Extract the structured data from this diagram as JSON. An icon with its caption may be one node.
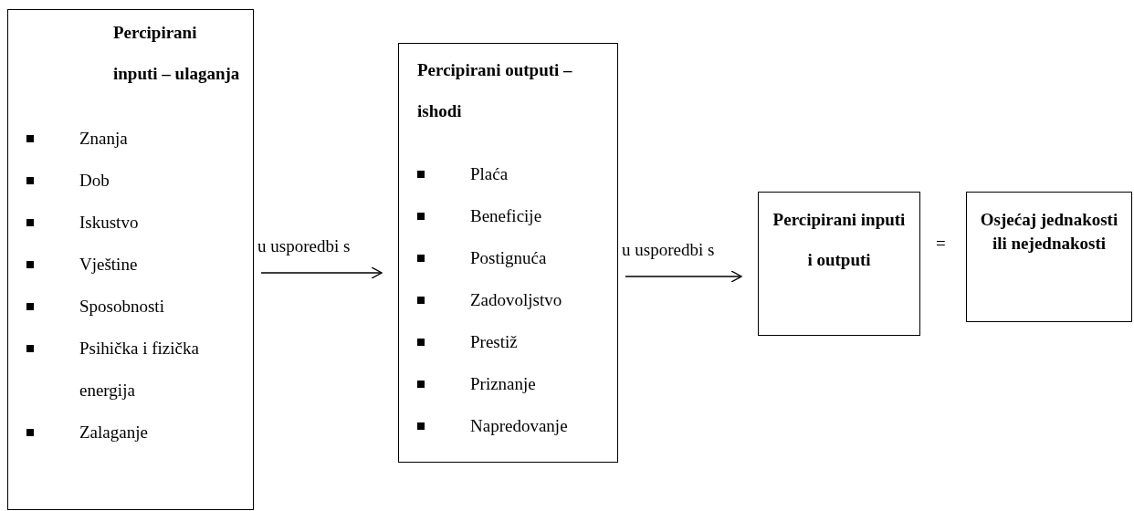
{
  "diagram": {
    "nodes": [
      {
        "text": [
          "Percipirani inputi – ulaganja",
          "Znanja",
          "Dob",
          "Iskustvo",
          "Vještine",
          "Sposobnosti",
          "Psihička i fizička energija",
          "Zalaganje"
        ]
      },
      {
        "text": [
          "Percipirani outputi – ishodi",
          "Plaća",
          "Beneficije",
          "Postignuća",
          "Zadovoljstvo",
          "Prestiž",
          "Priznanje",
          "Napredovanje"
        ]
      },
      {
        "text": [
          "Percipirani inputi i outputi"
        ]
      },
      {
        "text": [
          "Osjećaj jednakosti ili nejednakosti"
        ]
      }
    ],
    "edges": [
      {
        "from": 0,
        "to": 1,
        "arrow": "to",
        "label": "u usporedbi s"
      },
      {
        "from": 1,
        "to": 2,
        "arrow": "to",
        "label": "u usporedbi s"
      }
    ],
    "labels": [
      "="
    ]
  }
}
